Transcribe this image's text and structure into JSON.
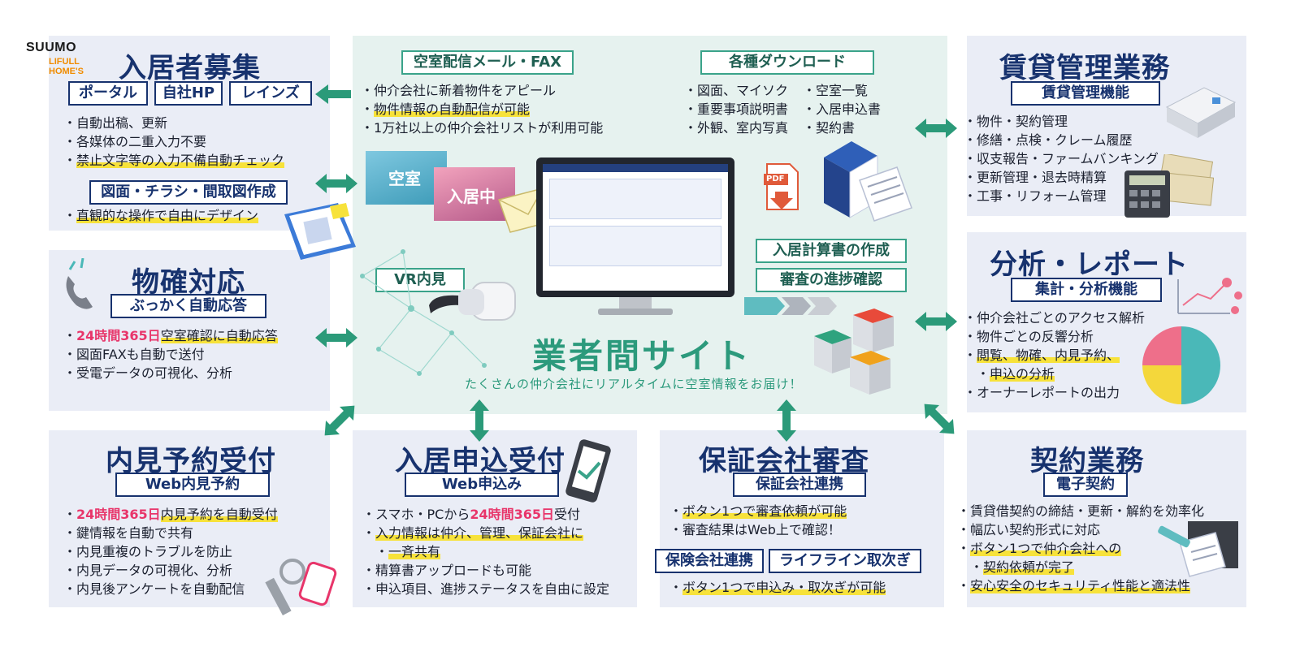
{
  "logos": {
    "suumo": "SUUMO",
    "homes_top": "LIFULL",
    "homes_bottom": "HOME'S"
  },
  "colors": {
    "navy": "#17326e",
    "green": "#2c9a7c",
    "arrow": "#2b9a79",
    "highlight": "#f7e23a",
    "accent_pink": "#e8356a",
    "panel_bg": "#eaedf6",
    "center_bg": "#e6f2ef"
  },
  "recruit": {
    "title": "入居者募集",
    "tags": [
      "ポータル",
      "自社HP",
      "レインズ"
    ],
    "items": [
      "自動出稿、更新",
      "各媒体の二重入力不要",
      "禁止文字等の入力不備自動チェック"
    ],
    "sub_tag": "図面・チラシ・間取図作成",
    "sub_items": [
      "直観的な操作で自由にデザイン"
    ]
  },
  "inquiry": {
    "title": "物確対応",
    "tag": "ぶっかく自動応答",
    "item1_pink": "24時間365日",
    "item1_rest": "空室確認に自動応答",
    "items": [
      "図面FAXも自動で送付",
      "受電データの可視化、分析"
    ]
  },
  "center": {
    "mail_tag": "空室配信メール・FAX",
    "mail_items": [
      "仲介会社に新着物件をアピール",
      "物件情報の自動配信が可能",
      "1万社以上の仲介会社リストが利用可能"
    ],
    "dl_tag": "各種ダウンロード",
    "dl_col1": [
      "図面、マイソク",
      "重要事項説明書",
      "外観、室内写真"
    ],
    "dl_col2": [
      "空室一覧",
      "入居申込書",
      "契約書"
    ],
    "photo_vacant": "空室",
    "photo_occupied": "入居中",
    "vr_tag": "VR内見",
    "calc_tag": "入居計算書の作成",
    "progress_tag": "審査の進捗確認",
    "site_title": "業者間サイト",
    "site_sub": "たくさんの仲介会社にリアルタイムに空室情報をお届け！",
    "pdf_label": "PDF"
  },
  "rental": {
    "title": "賃貸管理業務",
    "tag": "賃貸管理機能",
    "items": [
      "物件・契約管理",
      "修繕・点検・クレーム履歴",
      "収支報告・ファームバンキング",
      "更新管理・退去時精算",
      "工事・リフォーム管理"
    ]
  },
  "analysis": {
    "title": "分析・レポート",
    "tag": "集計・分析機能",
    "items": [
      "仲介会社ごとのアクセス解析",
      "物件ごとの反響分析",
      "閲覧、物確、内見予約、",
      "申込の分析",
      "オーナーレポートの出力"
    ]
  },
  "viewing": {
    "title": "内見予約受付",
    "tag": "Web内見予約",
    "item1_pink": "24時間365日",
    "item1_rest": "内見予約を自動受付",
    "items": [
      "鍵情報を自動で共有",
      "内見重複のトラブルを防止",
      "内見データの可視化、分析",
      "内見後アンケートを自動配信"
    ]
  },
  "application": {
    "title": "入居申込受付",
    "tag": "Web申込み",
    "item1_a": "スマホ・PCから",
    "item1_pink": "24時間365日",
    "item1_b": "受付",
    "items": [
      "入力情報は仲介、管理、保証会社に",
      "一斉共有",
      "精算書アップロードも可能",
      "申込項目、進捗ステータスを自由に設定"
    ]
  },
  "guarantee": {
    "title": "保証会社審査",
    "tag": "保証会社連携",
    "items": [
      "ボタン1つで審査依頼が可能",
      "審査結果はWeb上で確認！"
    ],
    "tag2": "保険会社連携",
    "tag3": "ライフライン取次ぎ",
    "items2": [
      "ボタン1つで申込み・取次ぎが可能"
    ]
  },
  "contract": {
    "title": "契約業務",
    "tag": "電子契約",
    "items": [
      "賃貸借契約の締結・更新・解約を効率化",
      "幅広い契約形式に対応",
      "ボタン1つで仲介会社への",
      "契約依頼が完了",
      "安心安全のセキュリティ性能と適法性"
    ]
  },
  "pie_chart": {
    "values": [
      50,
      25,
      25
    ],
    "colors": [
      "#4ab8b8",
      "#f4d73b",
      "#ee6f8a"
    ]
  }
}
